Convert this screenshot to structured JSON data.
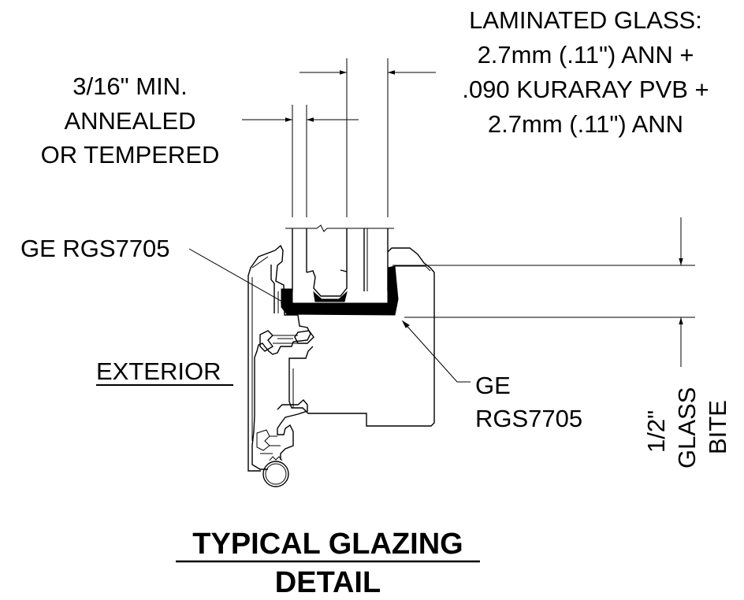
{
  "labels": {
    "laminated_glass": [
      "LAMINATED GLASS:",
      "2.7mm (.11\") ANN +",
      ".090 KURARAY PVB +",
      "2.7mm (.11\") ANN"
    ],
    "min_glass": [
      "3/16\" MIN.",
      "ANNEALED",
      "OR TEMPERED"
    ],
    "sealant_left": "GE RGS7705",
    "sealant_right": [
      "GE",
      "RGS7705"
    ],
    "exterior": "EXTERIOR",
    "glass_bite": [
      "1/2\"",
      "GLASS",
      "BITE"
    ]
  },
  "title": [
    "TYPICAL GLAZING",
    "DETAIL"
  ]
}
